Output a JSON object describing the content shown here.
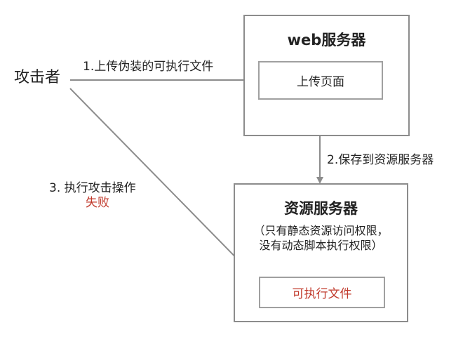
{
  "nodes": {
    "attacker": "攻击者",
    "web_server": {
      "title": "web服务器",
      "upload_page": "上传页面"
    },
    "resource_server": {
      "title": "资源服务器",
      "note_line1": "（只有静态资源访问权限，",
      "note_line2": "没有动态脚本执行权限）",
      "executable_file": "可执行文件"
    }
  },
  "edges": {
    "step1": "1.上传伪装的可执行文件",
    "step2": "2.保存到资源服务器",
    "step3": "3. 执行攻击操作",
    "step3_result": "失败"
  },
  "colors": {
    "box_border": "#8c8c8c",
    "arrow": "#8c8c8c",
    "text": "#222222",
    "failure": "#c0392b"
  }
}
